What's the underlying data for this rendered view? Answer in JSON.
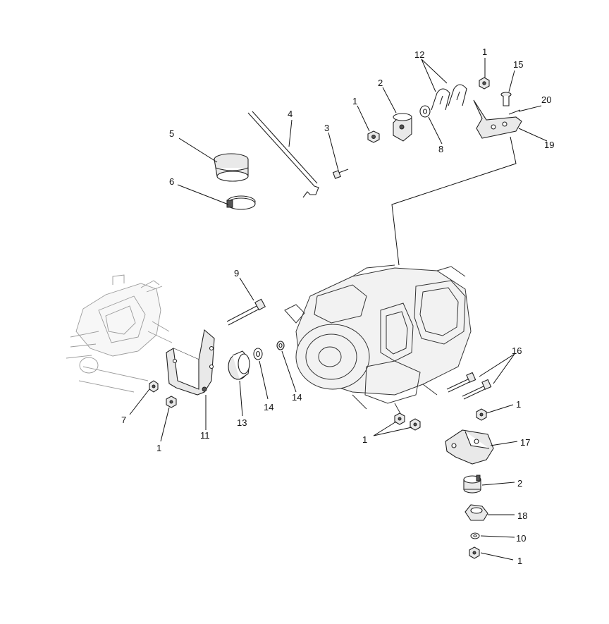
{
  "callouts": [
    {
      "id": "c1a",
      "text": "1"
    },
    {
      "id": "c1b",
      "text": "1"
    },
    {
      "id": "c1c",
      "text": "1"
    },
    {
      "id": "c1d",
      "text": "1"
    },
    {
      "id": "c1e",
      "text": "1"
    },
    {
      "id": "c1f",
      "text": "1"
    },
    {
      "id": "c2a",
      "text": "2"
    },
    {
      "id": "c2b",
      "text": "2"
    },
    {
      "id": "c3",
      "text": "3"
    },
    {
      "id": "c4",
      "text": "4"
    },
    {
      "id": "c5",
      "text": "5"
    },
    {
      "id": "c6",
      "text": "6"
    },
    {
      "id": "c7",
      "text": "7"
    },
    {
      "id": "c8",
      "text": "8"
    },
    {
      "id": "c9",
      "text": "9"
    },
    {
      "id": "c10",
      "text": "10"
    },
    {
      "id": "c11",
      "text": "11"
    },
    {
      "id": "c12",
      "text": "12"
    },
    {
      "id": "c13",
      "text": "13"
    },
    {
      "id": "c14a",
      "text": "14"
    },
    {
      "id": "c14b",
      "text": "14"
    },
    {
      "id": "c15",
      "text": "15"
    },
    {
      "id": "c16",
      "text": "16"
    },
    {
      "id": "c17",
      "text": "17"
    },
    {
      "id": "c18",
      "text": "18"
    },
    {
      "id": "c19",
      "text": "19"
    },
    {
      "id": "c20",
      "text": "20"
    }
  ]
}
